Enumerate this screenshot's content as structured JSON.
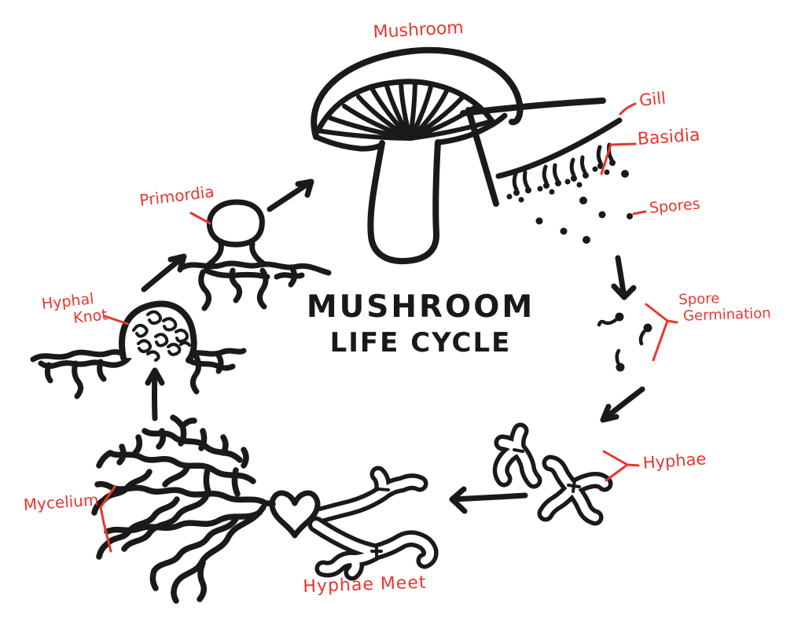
{
  "title": {
    "line1": "MUSHROOM",
    "line2": "LIFE CYCLE"
  },
  "labels": {
    "mushroom": "Mushroom",
    "gill": "Gill",
    "basidia": "Basidia",
    "spores": "Spores",
    "spore_germination": {
      "line1": "Spore",
      "line2": "Germination"
    },
    "hyphae": "Hyphae",
    "hyphae_meet": "Hyphae Meet",
    "mycelium": "Mycelium",
    "hyphal_knot": {
      "line1": "Hyphal",
      "line2": "Knot"
    },
    "primordia": "Primordia"
  },
  "cycle_order": [
    "Mushroom",
    "Spores",
    "Spore Germination",
    "Hyphae",
    "Hyphae Meet",
    "Mycelium",
    "Hyphal Knot",
    "Primordia"
  ],
  "colors": {
    "ink": "#1a1a1a",
    "label_red": "#e8362d",
    "background": "#ffffff"
  }
}
